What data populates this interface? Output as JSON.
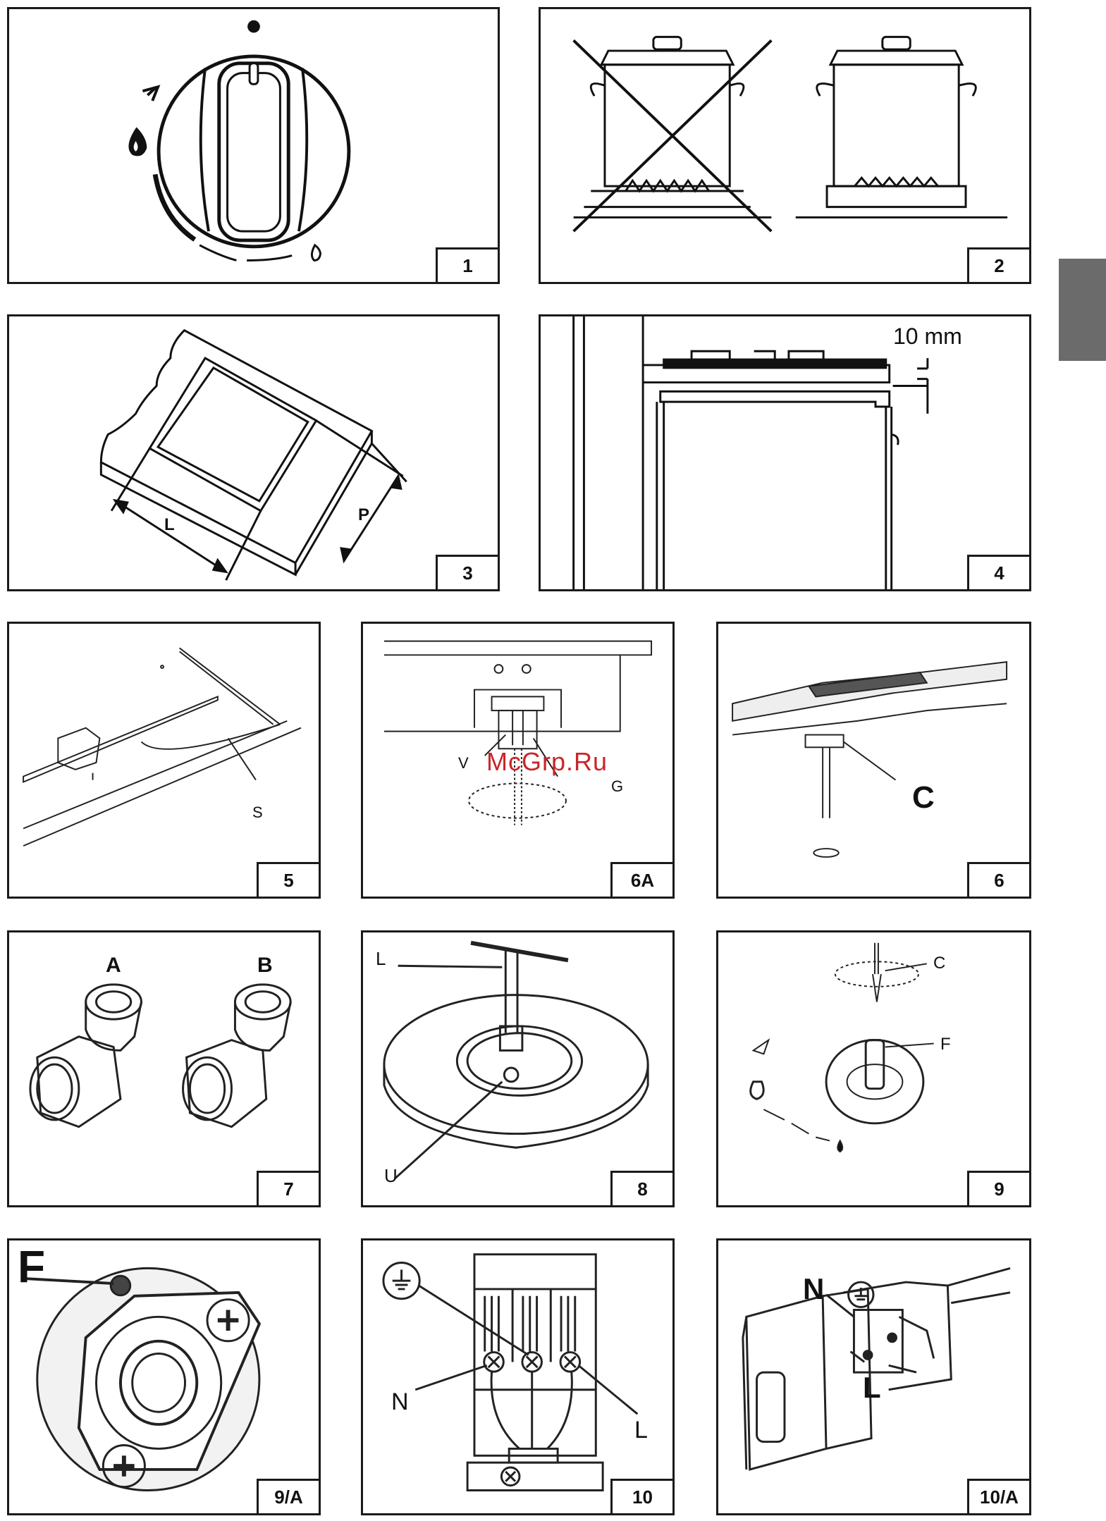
{
  "figures": [
    {
      "id": "fig1",
      "number": "1"
    },
    {
      "id": "fig2",
      "number": "2"
    },
    {
      "id": "fig3",
      "number": "3",
      "labels": {
        "length": "L",
        "depth": "P"
      }
    },
    {
      "id": "fig4",
      "number": "4",
      "labels": {
        "gap": "10 mm"
      }
    },
    {
      "id": "fig5",
      "number": "5",
      "labels": {
        "seal": "S"
      }
    },
    {
      "id": "fig6a",
      "number": "6A",
      "labels": {
        "screw": "V",
        "bracket": "G"
      }
    },
    {
      "id": "fig6",
      "number": "6",
      "labels": {
        "clamp": "C"
      }
    },
    {
      "id": "fig7",
      "number": "7",
      "labels": {
        "fitting_a": "A",
        "fitting_b": "B"
      }
    },
    {
      "id": "fig8",
      "number": "8",
      "labels": {
        "key": "L",
        "nozzle": "U"
      }
    },
    {
      "id": "fig9",
      "number": "9",
      "labels": {
        "screwdriver": "C",
        "shaft": "F"
      }
    },
    {
      "id": "fig9a",
      "number": "9/A",
      "labels": {
        "screw": "F"
      }
    },
    {
      "id": "fig10",
      "number": "10",
      "labels": {
        "neutral": "N",
        "live": "L"
      }
    },
    {
      "id": "fig10a",
      "number": "10/A",
      "labels": {
        "neutral": "N",
        "live": "L"
      }
    }
  ],
  "watermark": "McGrp.Ru",
  "colors": {
    "line": "#1a1a1a",
    "tab": "#6b6b6b",
    "watermark": "#c9262b"
  }
}
